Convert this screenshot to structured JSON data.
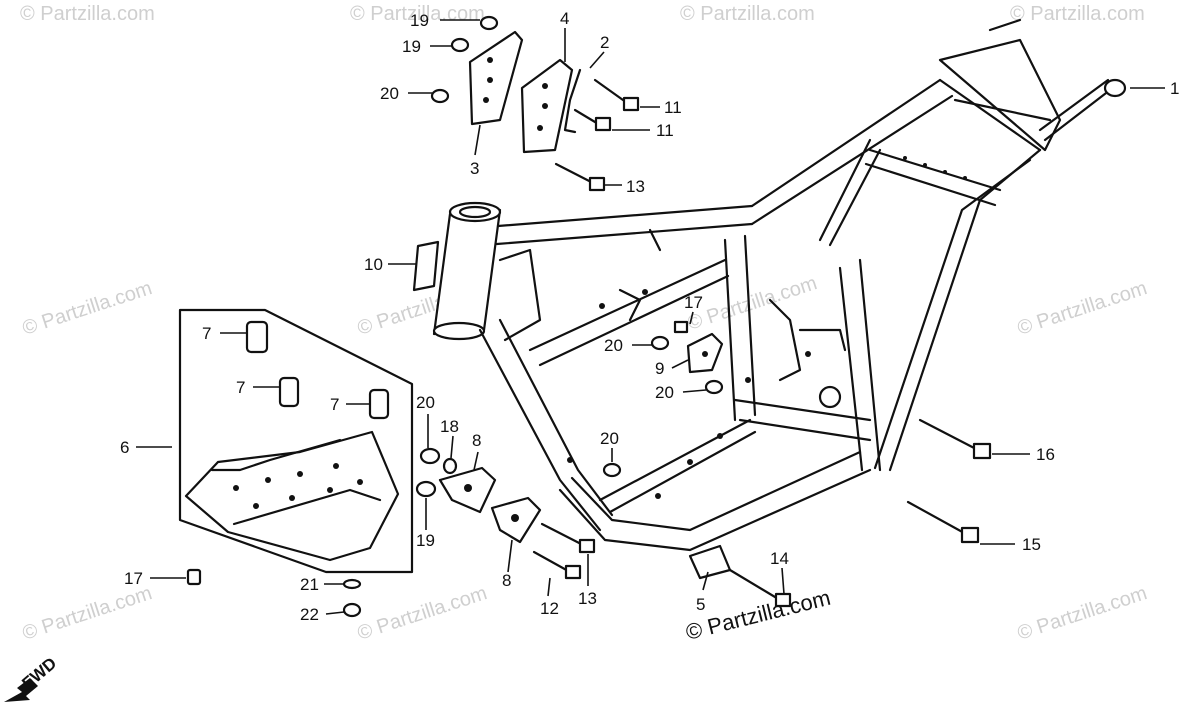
{
  "credit": "© Partzilla.com",
  "watermark": "© Partzilla.com",
  "fwd_label": "FWD",
  "callouts": {
    "c1": "1",
    "c2": "2",
    "c3": "3",
    "c4": "4",
    "c5": "5",
    "c6": "6",
    "c7a": "7",
    "c7b": "7",
    "c7c": "7",
    "c8a": "8",
    "c8b": "8",
    "c9": "9",
    "c10": "10",
    "c11a": "11",
    "c11b": "11",
    "c12": "12",
    "c13a": "13",
    "c13b": "13",
    "c14": "14",
    "c15": "15",
    "c16": "16",
    "c17a": "17",
    "c17b": "17",
    "c18": "18",
    "c19a": "19",
    "c19b": "19",
    "c19c": "19",
    "c20a": "20",
    "c20b": "20",
    "c20c": "20",
    "c20d": "20",
    "c20e": "20",
    "c21": "21",
    "c22": "22"
  }
}
